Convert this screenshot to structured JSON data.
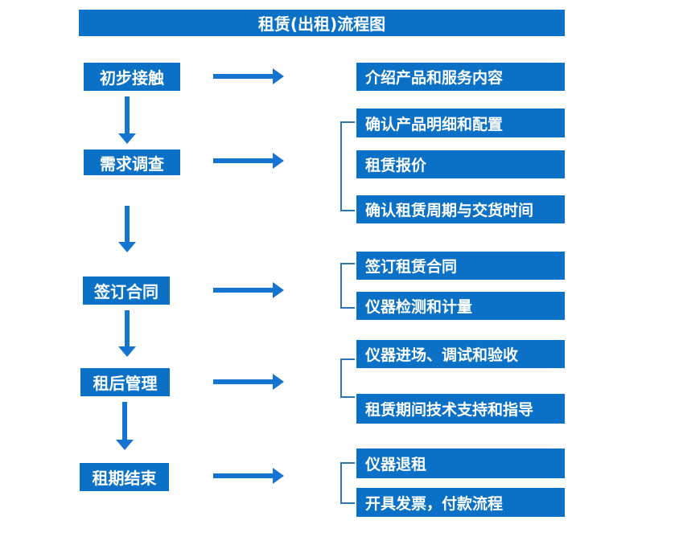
{
  "title": "租赁(出租)流程图",
  "colors": {
    "primary": "#0b71c6",
    "arrow": "#1474cf",
    "bracket": "#2e75b6",
    "text_on_primary": "#ffffff",
    "background": "#ffffff"
  },
  "steps": [
    {
      "label": "初步接触",
      "targets": [
        "介绍产品和服务内容"
      ]
    },
    {
      "label": "需求调查",
      "targets": [
        "确认产品明细和配置",
        "租赁报价",
        "确认租赁周期与交货时间"
      ]
    },
    {
      "label": "签订合同",
      "targets": [
        "签订租赁合同",
        "仪器检测和计量"
      ]
    },
    {
      "label": "租后管理",
      "targets": [
        "仪器进场、调试和验收",
        "租赁期间技术支持和指导"
      ]
    },
    {
      "label": "租期结束",
      "targets": [
        "仪器退租",
        "开具发票，付款流程"
      ]
    }
  ]
}
